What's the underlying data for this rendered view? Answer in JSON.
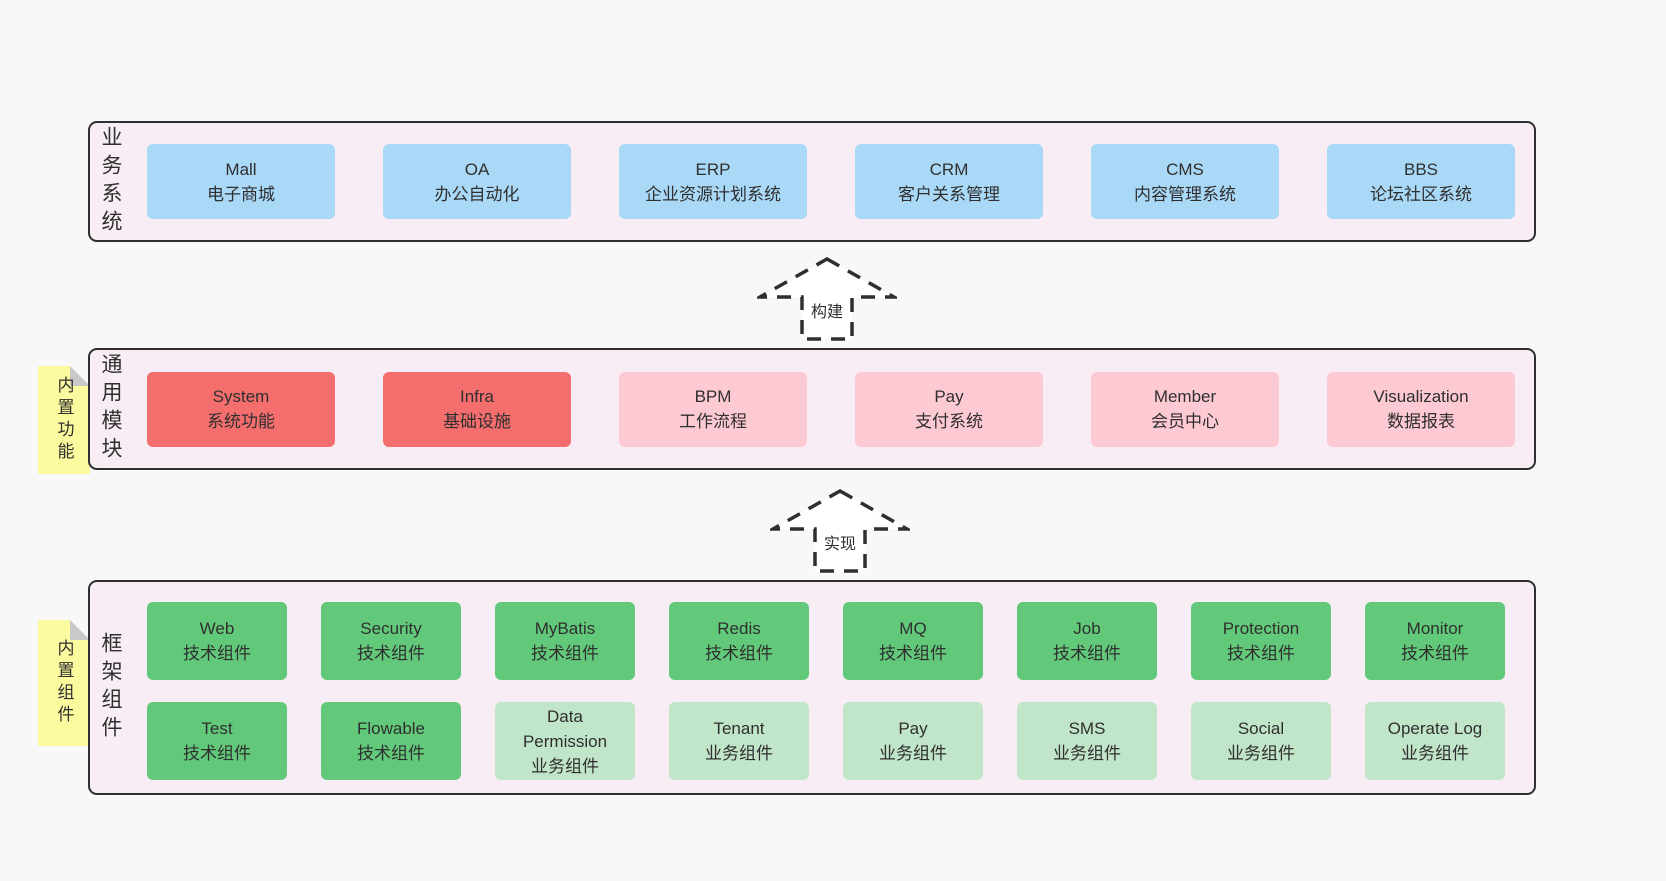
{
  "colors": {
    "page_background": "#f8f8f8",
    "container_background": "#f8edf5",
    "container_border": "#2f2f2f",
    "box_blue": "#a9d9f7",
    "box_red": "#f56e6e",
    "box_pink": "#fdc9d3",
    "box_green": "#62c97a",
    "box_light_green": "#c1e5c8",
    "sticky_yellow": "#fbfa9f",
    "sticky_fold_gray": "#c9c9c9",
    "text": "#2f2f2f"
  },
  "arrows": {
    "build": "构建",
    "implement": "实现"
  },
  "sections": {
    "business": {
      "label": "业务系统",
      "boxes": [
        {
          "title": "Mall",
          "subtitle": "电子商城"
        },
        {
          "title": "OA",
          "subtitle": "办公自动化"
        },
        {
          "title": "ERP",
          "subtitle": "企业资源计划系统"
        },
        {
          "title": "CRM",
          "subtitle": "客户关系管理"
        },
        {
          "title": "CMS",
          "subtitle": "内容管理系统"
        },
        {
          "title": "BBS",
          "subtitle": "论坛社区系统"
        }
      ]
    },
    "modules": {
      "label": "通用模块",
      "sticky": "内置功能",
      "boxes": [
        {
          "title": "System",
          "subtitle": "系统功能"
        },
        {
          "title": "Infra",
          "subtitle": "基础设施"
        },
        {
          "title": "BPM",
          "subtitle": "工作流程"
        },
        {
          "title": "Pay",
          "subtitle": "支付系统"
        },
        {
          "title": "Member",
          "subtitle": "会员中心"
        },
        {
          "title": "Visualization",
          "subtitle": "数据报表"
        }
      ]
    },
    "components": {
      "label": "框架组件",
      "sticky": "内置组件",
      "row1": [
        {
          "title": "Web",
          "subtitle": "技术组件"
        },
        {
          "title": "Security",
          "subtitle": "技术组件"
        },
        {
          "title": "MyBatis",
          "subtitle": "技术组件"
        },
        {
          "title": "Redis",
          "subtitle": "技术组件"
        },
        {
          "title": "MQ",
          "subtitle": "技术组件"
        },
        {
          "title": "Job",
          "subtitle": "技术组件"
        },
        {
          "title": "Protection",
          "subtitle": "技术组件"
        },
        {
          "title": "Monitor",
          "subtitle": "技术组件"
        }
      ],
      "row2": [
        {
          "title": "Test",
          "subtitle": "技术组件"
        },
        {
          "title": "Flowable",
          "subtitle": "技术组件"
        },
        {
          "title": "Data Permission",
          "subtitle": "业务组件"
        },
        {
          "title": "Tenant",
          "subtitle": "业务组件"
        },
        {
          "title": "Pay",
          "subtitle": "业务组件"
        },
        {
          "title": "SMS",
          "subtitle": "业务组件"
        },
        {
          "title": "Social",
          "subtitle": "业务组件"
        },
        {
          "title": "Operate Log",
          "subtitle": "业务组件"
        }
      ]
    }
  }
}
